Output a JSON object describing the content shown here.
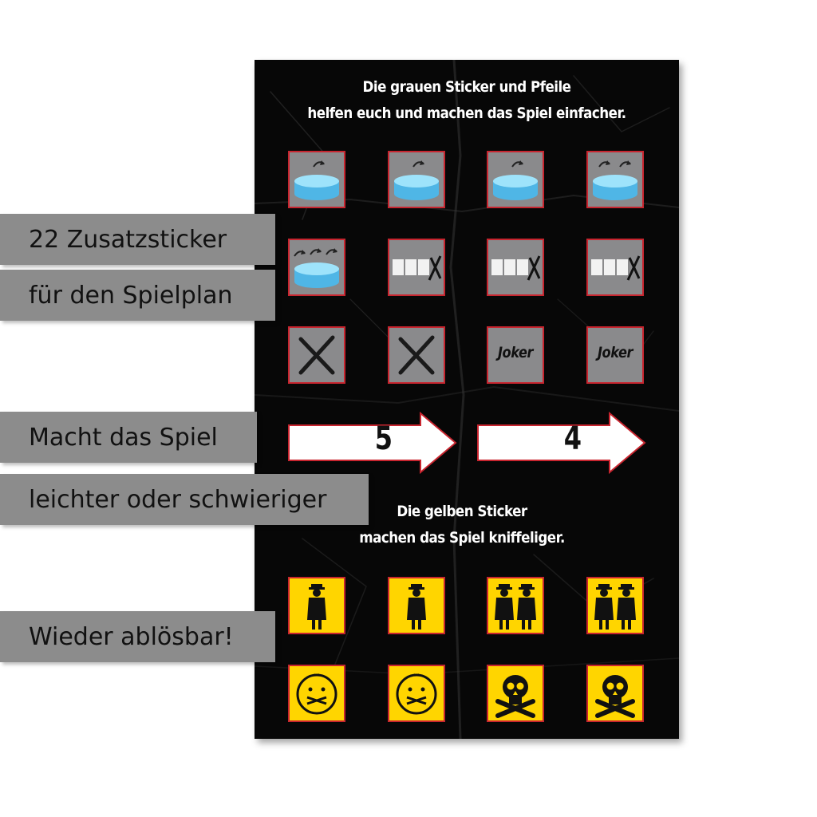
{
  "labels": {
    "count": "22 Zusatzsticker",
    "board": "für den Spielplan",
    "makes": "Macht das Spiel",
    "difficulty": "leichter oder schwieriger",
    "removable": "Wieder ablösbar!"
  },
  "sheet": {
    "grey_heading_line1": "Die grauen Sticker und Pfeile",
    "grey_heading_line2": "helfen euch und machen das Spiel einfacher.",
    "yellow_heading_line1": "Die gelben Sticker",
    "yellow_heading_line2": "machen das Spiel kniffeliger.",
    "joker_1": "Joker",
    "joker_2": "Joker",
    "arrow_1": "5",
    "arrow_2": "4"
  },
  "colors": {
    "sheet": "#070707",
    "grey_sticker": "#8a8a8c",
    "yellow_sticker": "#ffd500",
    "sticker_border": "#c8252f",
    "water": "#5ac8f0",
    "label_bg": "#8c8c8c"
  },
  "icons": {
    "row1": [
      "turn-arrow-cylinder-icon",
      "turn-arrow-cylinder-icon",
      "turn-arrow-cylinder-icon",
      "double-turn-arrow-cylinder-icon"
    ],
    "row2": [
      "triple-turn-arrow-cylinder-icon",
      "strike-counter-icon",
      "strike-counter-icon",
      "strike-counter-icon"
    ],
    "row3": [
      "x-mark-icon",
      "x-mark-icon",
      "joker-icon",
      "joker-icon"
    ],
    "row5": [
      "detective-icon",
      "detective-icon",
      "two-detectives-icon",
      "two-detectives-icon"
    ],
    "row6": [
      "gagged-face-icon",
      "gagged-face-icon",
      "skull-crossbones-icon",
      "skull-crossbones-icon"
    ]
  }
}
